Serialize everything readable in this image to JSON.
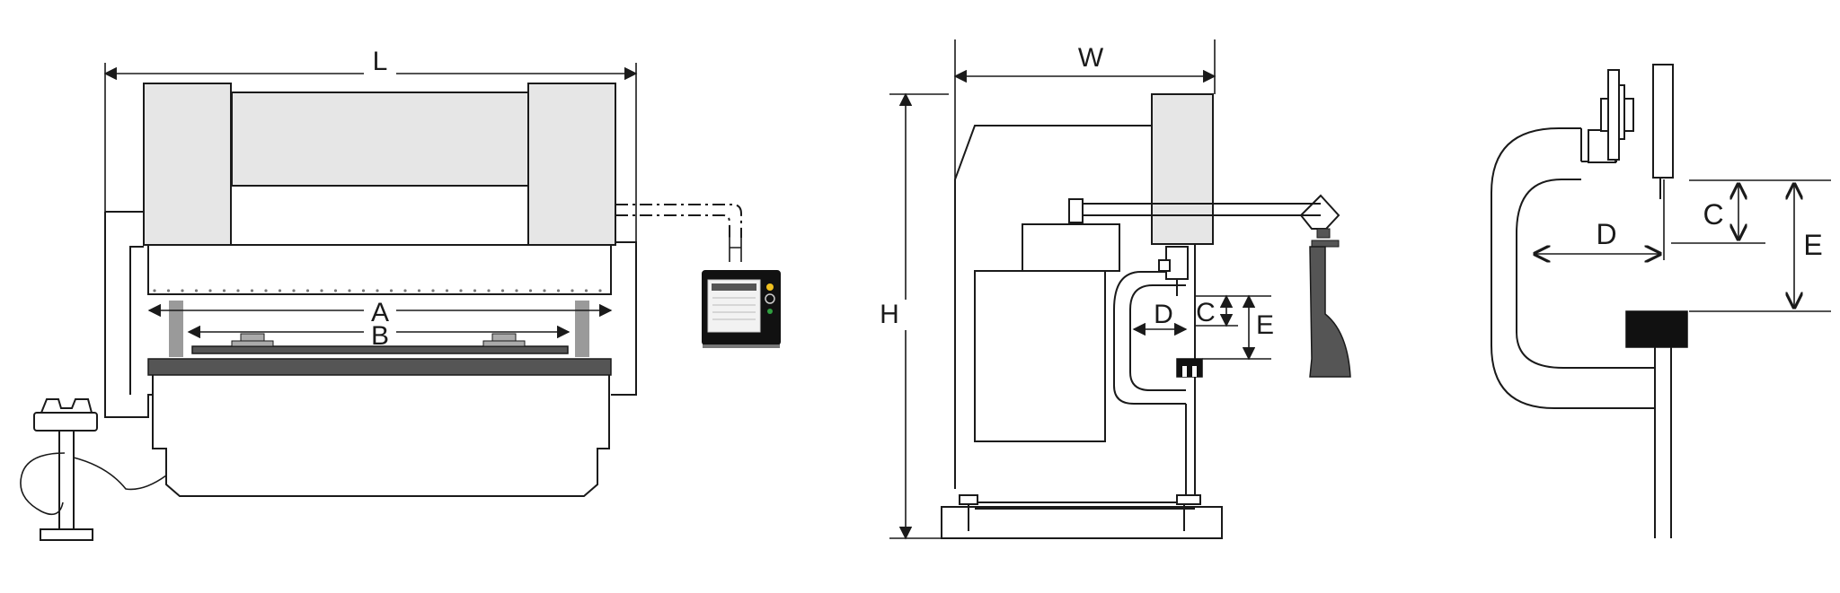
{
  "front_view": {
    "labels": {
      "L": "L",
      "A": "A",
      "B": "B"
    }
  },
  "side_view": {
    "labels": {
      "W": "W",
      "H": "H",
      "D": "D",
      "C": "C",
      "E": "E"
    }
  },
  "detail_view": {
    "labels": {
      "D": "D",
      "C": "C",
      "E": "E"
    }
  },
  "colors": {
    "line": "#1a1a1a",
    "panel_fill": "#e6e6e6",
    "bed_dark": "#555555",
    "die_black": "#111111"
  }
}
